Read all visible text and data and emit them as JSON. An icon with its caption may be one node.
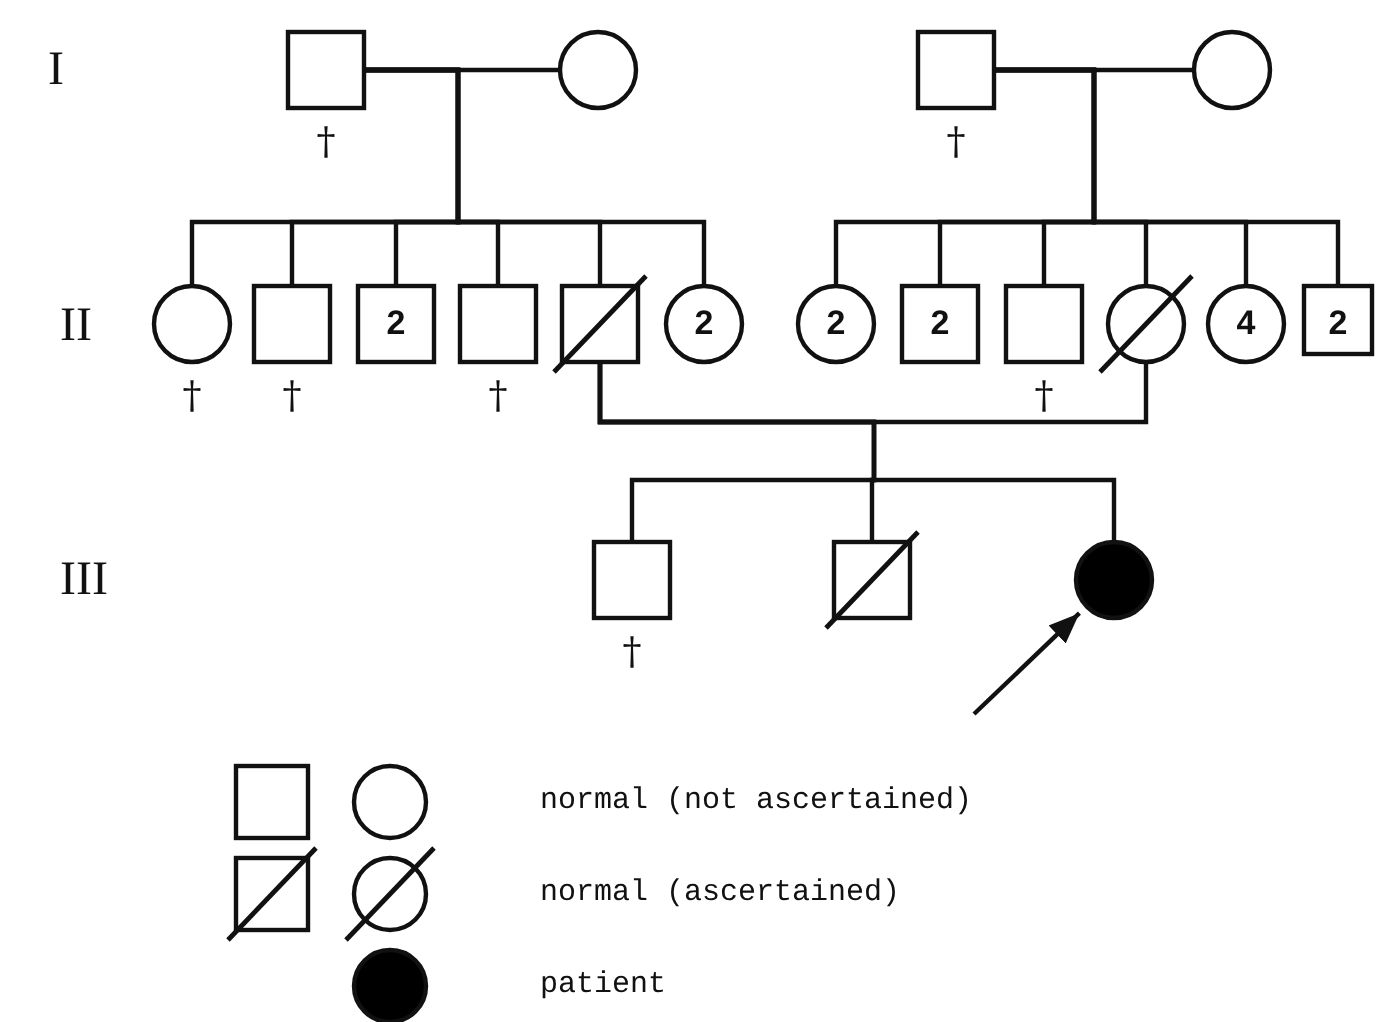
{
  "diagram": {
    "nodes": [
      {
        "text": [],
        "shape": "box",
        "beside": [
          "†"
        ]
      },
      {
        "text": [],
        "shape": "circle"
      },
      {
        "text": [],
        "shape": "box",
        "beside": [
          "†"
        ]
      },
      {
        "text": [],
        "shape": "circle"
      },
      {
        "text": [],
        "shape": "circle",
        "beside": [
          "†"
        ]
      },
      {
        "text": [],
        "shape": "box",
        "beside": [
          "†"
        ]
      },
      {
        "text": [
          "2"
        ]
      },
      {
        "text": [],
        "shape": "box",
        "beside": [
          "†"
        ]
      },
      {
        "text": [],
        "shape": "box"
      },
      {
        "text": [
          "2"
        ]
      },
      {
        "text": [
          "2"
        ]
      },
      {
        "text": [
          "2"
        ]
      },
      {
        "text": [],
        "shape": "box",
        "beside": [
          "†"
        ]
      },
      {
        "text": [],
        "shape": "circle"
      },
      {
        "text": [
          "4"
        ]
      },
      {
        "text": [
          "2"
        ]
      },
      {
        "text": [],
        "shape": "box",
        "beside": [
          "†"
        ]
      },
      {
        "text": [],
        "shape": "box"
      },
      {
        "text": [],
        "shape": "circle"
      }
    ],
    "edges": [
      {
        "from": 0,
        "to": 1,
        "arrow": "none"
      },
      {
        "from": 0,
        "to": 4,
        "arrow": "none"
      },
      {
        "from": 0,
        "to": 5,
        "arrow": "none"
      },
      {
        "from": 0,
        "to": 6,
        "arrow": "none"
      },
      {
        "from": 0,
        "to": 7,
        "arrow": "none"
      },
      {
        "from": 0,
        "to": 8,
        "arrow": "none"
      },
      {
        "from": 0,
        "to": 9,
        "arrow": "none"
      },
      {
        "from": 2,
        "to": 3,
        "arrow": "none"
      },
      {
        "from": 2,
        "to": 10,
        "arrow": "none"
      },
      {
        "from": 2,
        "to": 11,
        "arrow": "none"
      },
      {
        "from": 2,
        "to": 12,
        "arrow": "none"
      },
      {
        "from": 2,
        "to": 13,
        "arrow": "none"
      },
      {
        "from": 2,
        "to": 14,
        "arrow": "none"
      },
      {
        "from": 2,
        "to": 15,
        "arrow": "none"
      },
      {
        "from": 8,
        "to": 13,
        "arrow": "none"
      },
      {
        "from": 8,
        "to": 16,
        "arrow": "none"
      },
      {
        "from": 8,
        "to": 17,
        "arrow": "none"
      },
      {
        "from": 8,
        "to": 18,
        "arrow": "none"
      },
      {
        "from": null,
        "to": 18,
        "arrow": "to"
      }
    ],
    "labels": [
      "I",
      "II",
      "III"
    ],
    "legend": [
      {
        "text": "normal (not ascertained)"
      },
      {
        "text": "normal (ascertained)"
      },
      {
        "text": "patient"
      }
    ]
  }
}
